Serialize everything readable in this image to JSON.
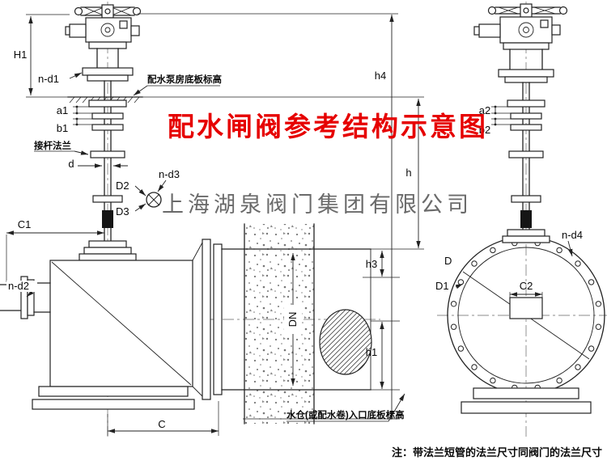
{
  "title": "配水闸阀参考结构示意图",
  "watermark": "上海湖泉阀门集团有限公司",
  "note": "注：带法兰短管的法兰尺寸同阀门的法兰尺寸",
  "annotations": {
    "pump_floor": "配水泵房底板标高",
    "rod_flange": "接杆法兰",
    "inlet_floor": "水仓(或配水卷)入口底板标高"
  },
  "dimensions": {
    "H1": "H1",
    "n_d1": "n-d1",
    "a1": "a1",
    "b1": "b1",
    "d": "d",
    "D2": "D2",
    "D3": "D3",
    "n_d3": "n-d3",
    "C1": "C1",
    "n_d2": "n-d2",
    "C": "C",
    "DN": "DN",
    "h4": "h4",
    "h": "h",
    "h3": "h3",
    "h1": "h1",
    "a2": "a2",
    "b2": "b2",
    "n_d4": "n-d4",
    "D": "D",
    "D1": "D1",
    "C2": "C2"
  },
  "colors": {
    "title_red": "#e60000",
    "watermark_gray": "#4a4a4a",
    "line": "#222222",
    "background": "#ffffff"
  }
}
